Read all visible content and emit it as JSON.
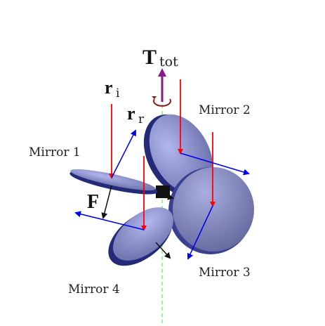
{
  "labels": {
    "torque": "T",
    "torque_sub": "tot",
    "r_i": "r",
    "r_i_sub": "i",
    "r_r": "r",
    "r_r_sub": "r",
    "force": "F",
    "mirror1": "Mirror 1",
    "mirror2": "Mirror 2",
    "mirror3": "Mirror 3",
    "mirror4": "Mirror 4"
  },
  "colors": {
    "incident_ray": "#ff0000",
    "reflected_ray": "#0000ee",
    "force": "#111111",
    "torque_arrow": "#8a1a8a",
    "rotation_ring": "#8b1a1a",
    "axis": "#66ee66",
    "mirror_face": "#8f93cc",
    "mirror_edge": "#232a78"
  },
  "icons": {
    "torque_rotation": "circular-arrow-icon"
  }
}
